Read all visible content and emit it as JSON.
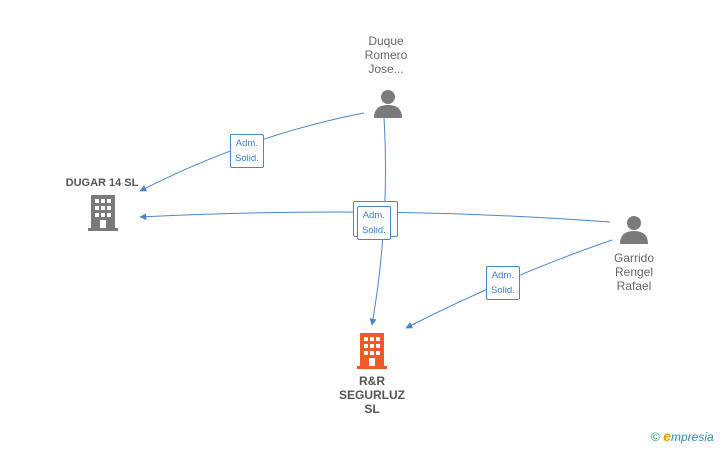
{
  "nodes": {
    "duque": {
      "name_lines": [
        "Duque",
        "Romero",
        "Jose..."
      ],
      "type": "person"
    },
    "garrido": {
      "name_lines": [
        "Garrido",
        "Rengel",
        "Rafael"
      ],
      "type": "person"
    },
    "dugar": {
      "name_lines": [
        "DUGAR 14  SL"
      ],
      "type": "company"
    },
    "rr": {
      "name_lines": [
        "R&R",
        "SEGURLUZ",
        "SL"
      ],
      "type": "company-highlighted"
    }
  },
  "edge_labels": {
    "duque_to_dugar": [
      "Adm.",
      "Solid."
    ],
    "center": [
      "Adm.",
      "Solid."
    ],
    "garrido_to_rr": [
      "Adm.",
      "Solid."
    ]
  },
  "colors": {
    "edge": "#4a86c8",
    "person": "#7a7a7a",
    "company": "#7a7a7a",
    "highlight": "#f05a28"
  },
  "brand": {
    "copyright": "©",
    "e": "e",
    "rest": "mpresia"
  }
}
